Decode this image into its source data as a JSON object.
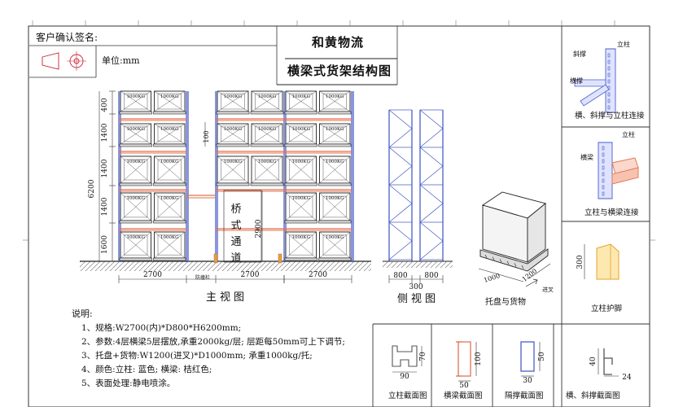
{
  "header": {
    "customer_sign_label": "客户确认签名:",
    "unit_label": "单位:mm",
    "company": "和黄物流",
    "drawing_title": "横梁式货架结构图"
  },
  "pallet_load_label": "1000KG",
  "front_view": {
    "caption": "主视图",
    "left_heights": [
      "400",
      "1400",
      "1400",
      "1400",
      "1600"
    ],
    "total_height": "6200",
    "bay_widths": [
      "2700",
      "2700",
      "2700"
    ],
    "beam_gap_label": "100",
    "aisle_label": "桥式通道",
    "aisle_height": "2900",
    "guard_label": "防撞栏"
  },
  "side_view": {
    "caption": "侧视图",
    "depths": [
      "800",
      "800"
    ],
    "gap": "300"
  },
  "pallet_view": {
    "caption": "托盘与货物",
    "dim_a": "1000",
    "dim_b": "1200",
    "fork_label": "进叉"
  },
  "details": {
    "brace_joint": {
      "title": "横、斜撑与立柱连接",
      "labels": [
        "斜撑",
        "立柱",
        "横撑"
      ]
    },
    "beam_joint": {
      "title": "立柱与横梁连接",
      "labels": [
        "立柱",
        "横梁"
      ]
    },
    "column_guard": {
      "title": "立柱护脚",
      "dim": "300"
    }
  },
  "sections": [
    {
      "title": "立柱截面图",
      "dims": [
        "90",
        "70"
      ]
    },
    {
      "title": "横梁截面图",
      "dims": [
        "100",
        "50"
      ]
    },
    {
      "title": "隔撑截面图",
      "dims": [
        "50",
        "30"
      ]
    },
    {
      "title": "横、斜撑截面图",
      "dims": [
        "40",
        "24"
      ]
    }
  ],
  "notes": {
    "heading": "说明:",
    "items": [
      "1、规格:W2700(内)*D800*H6200mm;",
      "2、参数:4层横梁5层摆放,承重2000kg/层; 层距每50mm可上下调节;",
      "3、托盘+货物:W1200(进叉)*D1000mm; 承重1000kg/托;",
      "4、颜色:立柱: 蓝色; 横梁: 桔红色;",
      "5、表面处理:静电喷涂。"
    ]
  },
  "colors": {
    "column": "#4a5ec8",
    "beam": "#e0724e",
    "guard": "#e8a030"
  }
}
